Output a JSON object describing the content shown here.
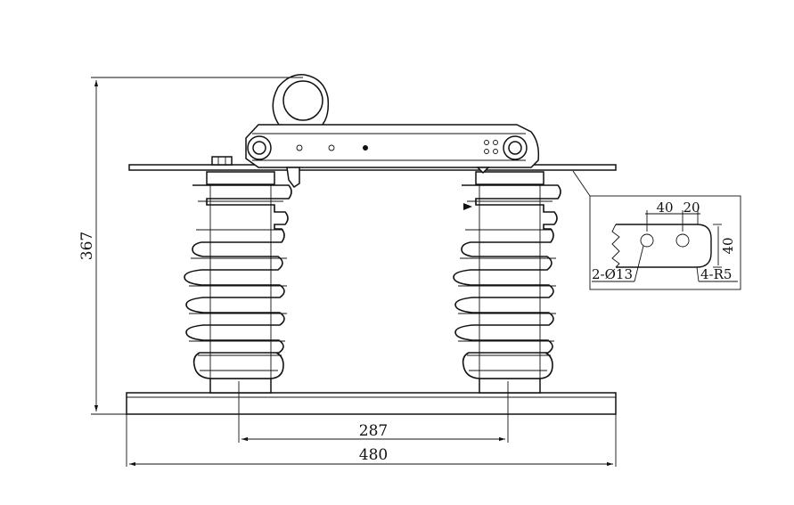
{
  "dimensions": {
    "height_label": "367",
    "insulator_spacing_label": "287",
    "base_length_label": "480"
  },
  "detail": {
    "spacing_a": "40",
    "spacing_b": "20",
    "side_label": "40",
    "holes_label": "2-Ø13",
    "radius_label": "4-R5"
  }
}
